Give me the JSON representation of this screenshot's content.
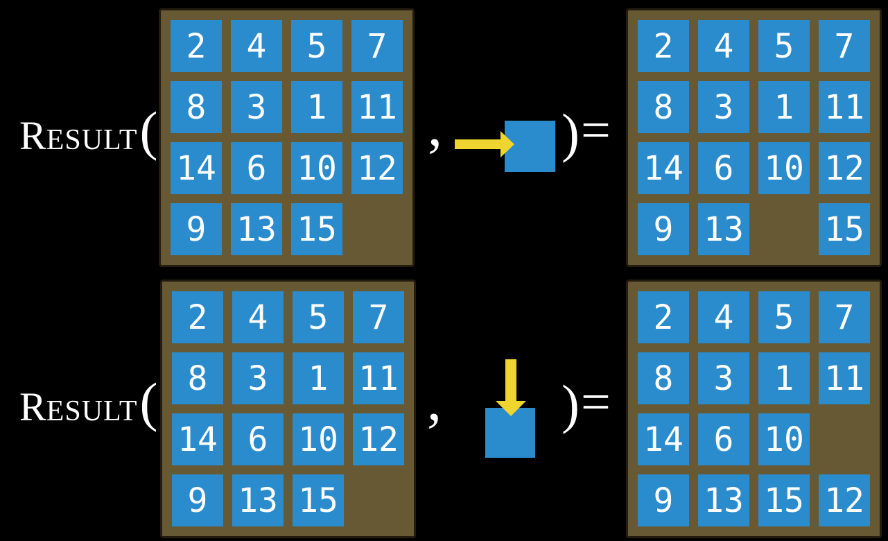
{
  "figure": {
    "background": "#000000",
    "colors": {
      "tile_blue": "#2b8ccd",
      "frame_brown": "#665933",
      "frame_border": "#241c0e",
      "arrow_yellow": "#efd52f",
      "text_white": "#ffffff"
    },
    "rows": [
      {
        "function_cap": "R",
        "function_rest": "ESULT",
        "open_paren": "(",
        "comma": ",",
        "close_paren": ")",
        "equals": "=",
        "action": {
          "icon": "arrow-right-icon",
          "direction": "right"
        },
        "input_grid": [
          [
            "2",
            "4",
            "5",
            "7"
          ],
          [
            "8",
            "3",
            "1",
            "11"
          ],
          [
            "14",
            "6",
            "10",
            "12"
          ],
          [
            "9",
            "13",
            "15",
            ""
          ]
        ],
        "output_grid": [
          [
            "2",
            "4",
            "5",
            "7"
          ],
          [
            "8",
            "3",
            "1",
            "11"
          ],
          [
            "14",
            "6",
            "10",
            "12"
          ],
          [
            "9",
            "13",
            "",
            "15"
          ]
        ]
      },
      {
        "function_cap": "R",
        "function_rest": "ESULT",
        "open_paren": "(",
        "comma": ",",
        "close_paren": ")",
        "equals": "=",
        "action": {
          "icon": "arrow-down-icon",
          "direction": "down"
        },
        "input_grid": [
          [
            "2",
            "4",
            "5",
            "7"
          ],
          [
            "8",
            "3",
            "1",
            "11"
          ],
          [
            "14",
            "6",
            "10",
            "12"
          ],
          [
            "9",
            "13",
            "15",
            ""
          ]
        ],
        "output_grid": [
          [
            "2",
            "4",
            "5",
            "7"
          ],
          [
            "8",
            "3",
            "1",
            "11"
          ],
          [
            "14",
            "6",
            "10",
            ""
          ],
          [
            "9",
            "13",
            "15",
            "12"
          ]
        ]
      }
    ]
  }
}
